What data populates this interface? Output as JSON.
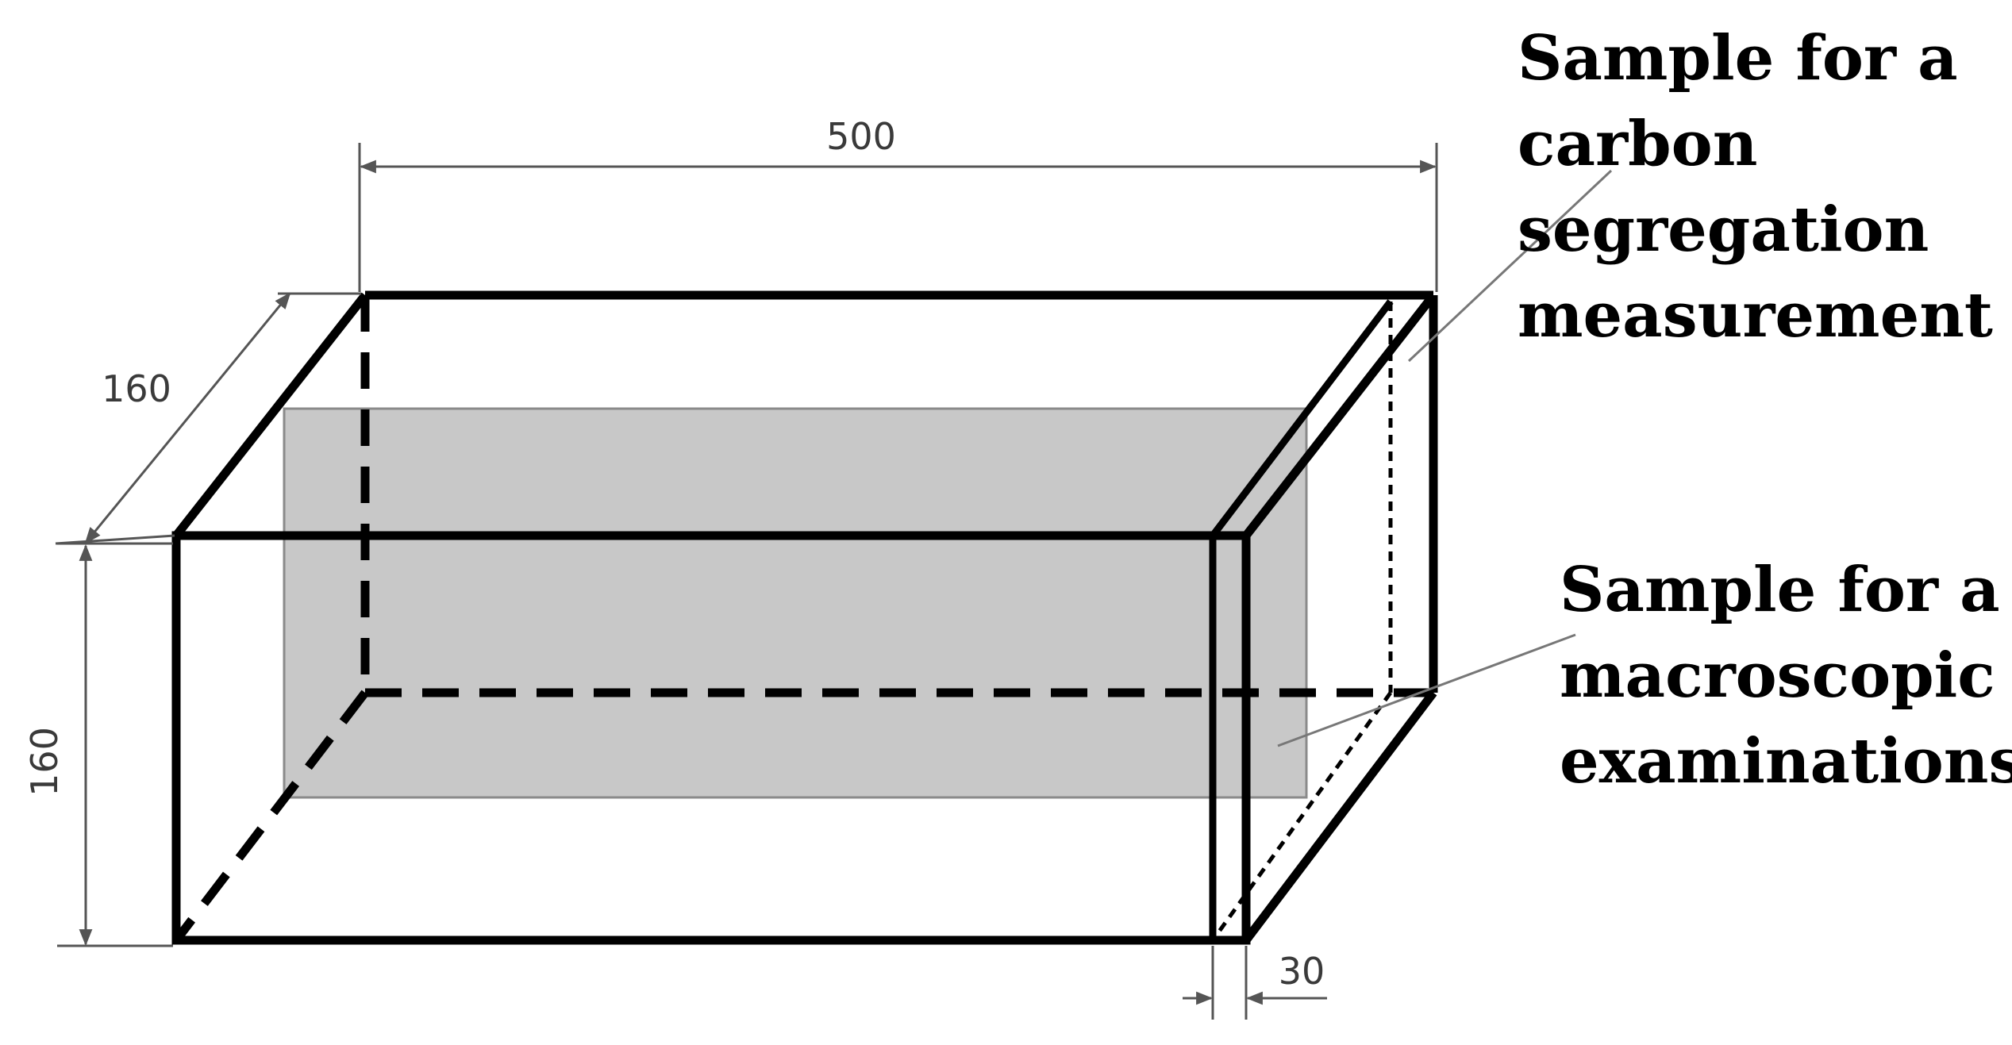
{
  "dimensions": {
    "length": "500",
    "depth": "160",
    "height": "160",
    "slice_thickness": "30"
  },
  "callouts": {
    "carbon_sample": [
      "Sample for a",
      "carbon",
      "segregation",
      "measurement"
    ],
    "macro_sample": [
      "Sample for a",
      "macroscopic",
      "examinations"
    ]
  },
  "colors": {
    "edge": "#000000",
    "dimension_line": "#555555",
    "sample_fill": "#c8c8c8"
  }
}
